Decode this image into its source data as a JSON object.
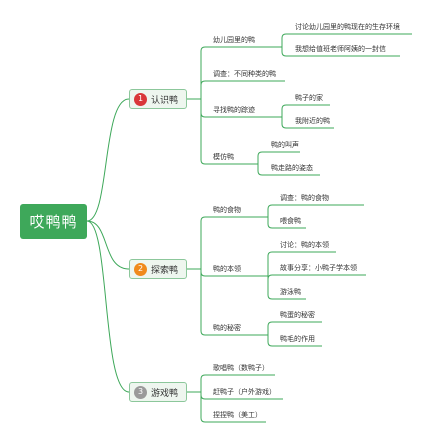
{
  "root": {
    "label": "哎鸭鸭"
  },
  "branches": [
    {
      "number": "1",
      "badge_color": "#d9373a",
      "label": "认识鸭",
      "children": [
        {
          "label": "幼儿园里的鸭",
          "children": [
            {
              "label": "讨论幼儿园里的鸭现在的生存环境"
            },
            {
              "label": "我想给值班老师阿姨的一封信"
            }
          ]
        },
        {
          "label": "调查：不同种类的鸭",
          "children": []
        },
        {
          "label": "寻找鸭的踪迹",
          "children": [
            {
              "label": "鸭子的家"
            },
            {
              "label": "我附近的鸭"
            }
          ]
        },
        {
          "label": "模仿鸭",
          "children": [
            {
              "label": "鸭的叫声"
            },
            {
              "label": "鸭走路的姿态"
            }
          ]
        }
      ]
    },
    {
      "number": "2",
      "badge_color": "#f08a1c",
      "label": "探索鸭",
      "children": [
        {
          "label": "鸭的食物",
          "children": [
            {
              "label": "调查：鸭的食物"
            },
            {
              "label": "喂食鸭"
            }
          ]
        },
        {
          "label": "鸭的本领",
          "children": [
            {
              "label": "讨论：鸭的本领"
            },
            {
              "label": "故事分享：小鸭子学本领"
            },
            {
              "label": "游泳鸭"
            }
          ]
        },
        {
          "label": "鸭的秘密",
          "children": [
            {
              "label": "鸭蛋的秘密"
            },
            {
              "label": "鸭毛的作用"
            }
          ]
        }
      ]
    },
    {
      "number": "3",
      "badge_color": "#9a9a9a",
      "label": "游戏鸭",
      "children": [
        {
          "label": "歌唱鸭（数鸭子）",
          "children": []
        },
        {
          "label": "赶鸭子（户外游戏）",
          "children": []
        },
        {
          "label": "捏捏鸭（美工）",
          "children": []
        }
      ]
    }
  ],
  "colors": {
    "line": "#3ea85a",
    "root_fill": "#3ea85a",
    "branch_fill": "#eef6ef",
    "branch_border": "#8cc79b"
  }
}
